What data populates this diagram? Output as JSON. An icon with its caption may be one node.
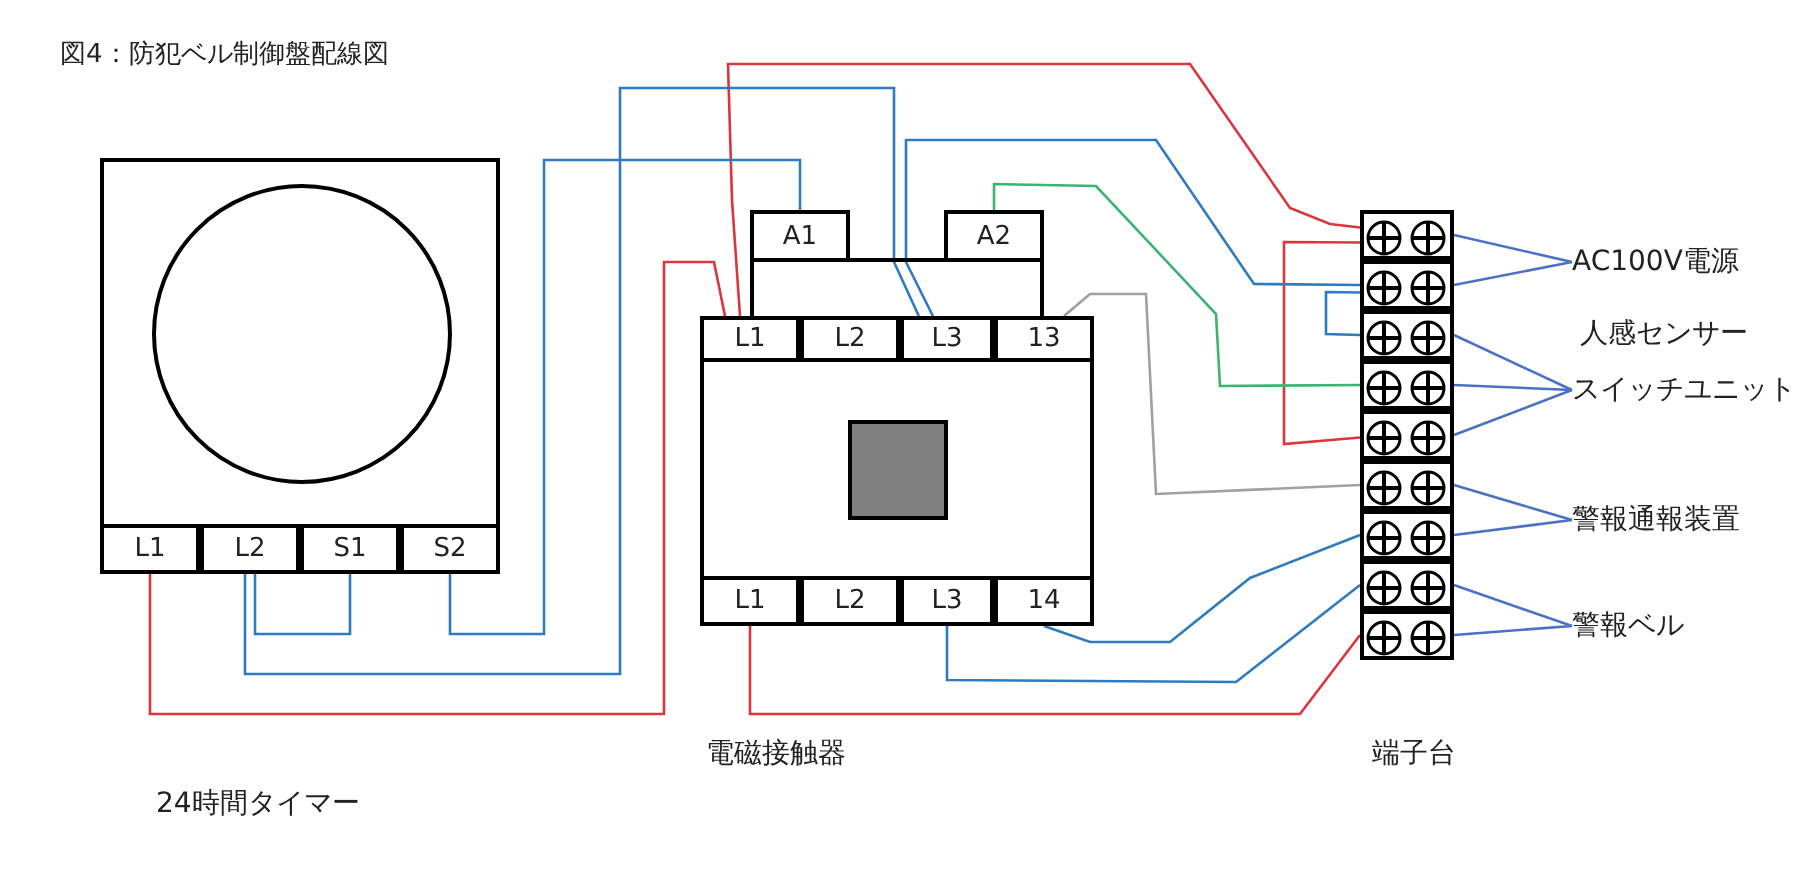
{
  "diagram": {
    "title": "図4：防犯ベル制御盤配線図",
    "nodes": [
      {
        "text": [],
        "shape": "box"
      },
      {
        "text": [
          "L1"
        ],
        "in": 0
      },
      {
        "text": [
          "L2"
        ],
        "in": 0
      },
      {
        "text": [
          "S1"
        ],
        "in": 0
      },
      {
        "text": [
          "S2"
        ],
        "in": 0
      },
      {
        "text": [],
        "shape": "box"
      },
      {
        "text": [
          "A1"
        ]
      },
      {
        "text": [
          "A2"
        ]
      },
      {
        "text": [
          "L1"
        ],
        "in": 5
      },
      {
        "text": [
          "L2"
        ],
        "in": 5
      },
      {
        "text": [
          "L3"
        ],
        "in": 5
      },
      {
        "text": [
          "13"
        ],
        "in": 5
      },
      {
        "text": [
          "L1"
        ],
        "in": 5
      },
      {
        "text": [
          "L2"
        ],
        "in": 5
      },
      {
        "text": [
          "L3"
        ],
        "in": 5
      },
      {
        "text": [
          "14"
        ],
        "in": 5
      },
      {
        "text": [],
        "shape": "box"
      },
      {
        "text": [],
        "shape": "box",
        "in": 16
      },
      {
        "text": [],
        "shape": "box",
        "in": 16
      },
      {
        "text": [],
        "shape": "box",
        "in": 16
      },
      {
        "text": [],
        "shape": "box",
        "in": 16
      },
      {
        "text": [],
        "shape": "box",
        "in": 16
      },
      {
        "text": [],
        "shape": "box",
        "in": 16
      },
      {
        "text": [],
        "shape": "box",
        "in": 16
      },
      {
        "text": [],
        "shape": "box",
        "in": 16
      },
      {
        "text": [],
        "shape": "box",
        "in": 16
      },
      {
        "text": [
          "AC100V電源"
        ]
      },
      {
        "text": [
          "スイッチユニット"
        ]
      },
      {
        "text": [
          "警報通報装置"
        ]
      },
      {
        "text": [
          "警報ベル"
        ]
      }
    ],
    "edges": [
      {
        "from": 1,
        "to": 8,
        "arrow": "none",
        "color": "#d9363e"
      },
      {
        "from": 8,
        "to": 17,
        "arrow": "none",
        "color": "#d9363e"
      },
      {
        "from": 17,
        "to": 21,
        "arrow": "none",
        "color": "#d9363e"
      },
      {
        "from": 12,
        "to": 25,
        "arrow": "none",
        "color": "#d9363e"
      },
      {
        "from": 2,
        "to": 3,
        "arrow": "none",
        "color": "#2e7bbf"
      },
      {
        "from": 2,
        "to": 10,
        "arrow": "none",
        "color": "#2e7bbf"
      },
      {
        "from": 4,
        "to": 6,
        "arrow": "none",
        "color": "#2e7bbf"
      },
      {
        "from": 10,
        "to": 18,
        "arrow": "none",
        "color": "#2e7bbf"
      },
      {
        "from": 18,
        "to": 19,
        "arrow": "none",
        "color": "#2e7bbf"
      },
      {
        "from": 7,
        "to": 20,
        "arrow": "none",
        "color": "#3cb371"
      },
      {
        "from": 11,
        "to": 22,
        "arrow": "none",
        "color": "#a0a0a0"
      },
      {
        "from": 15,
        "to": 23,
        "arrow": "none",
        "color": "#2e7bbf"
      },
      {
        "from": 14,
        "to": 24,
        "arrow": "none",
        "color": "#2e7bbf"
      },
      {
        "from": 26,
        "to": 17,
        "arrow": "none"
      },
      {
        "from": 26,
        "to": 18,
        "arrow": "none"
      },
      {
        "from": 27,
        "to": 19,
        "arrow": "none"
      },
      {
        "from": 27,
        "to": 20,
        "arrow": "none"
      },
      {
        "from": 27,
        "to": 21,
        "arrow": "none"
      },
      {
        "from": 28,
        "to": 22,
        "arrow": "none"
      },
      {
        "from": 28,
        "to": 23,
        "arrow": "none"
      },
      {
        "from": 29,
        "to": 24,
        "arrow": "none"
      },
      {
        "from": 29,
        "to": 25,
        "arrow": "none"
      }
    ],
    "labels": [
      "人感センサー",
      "電磁接触器",
      "端子台",
      "24時間タイマー"
    ]
  }
}
